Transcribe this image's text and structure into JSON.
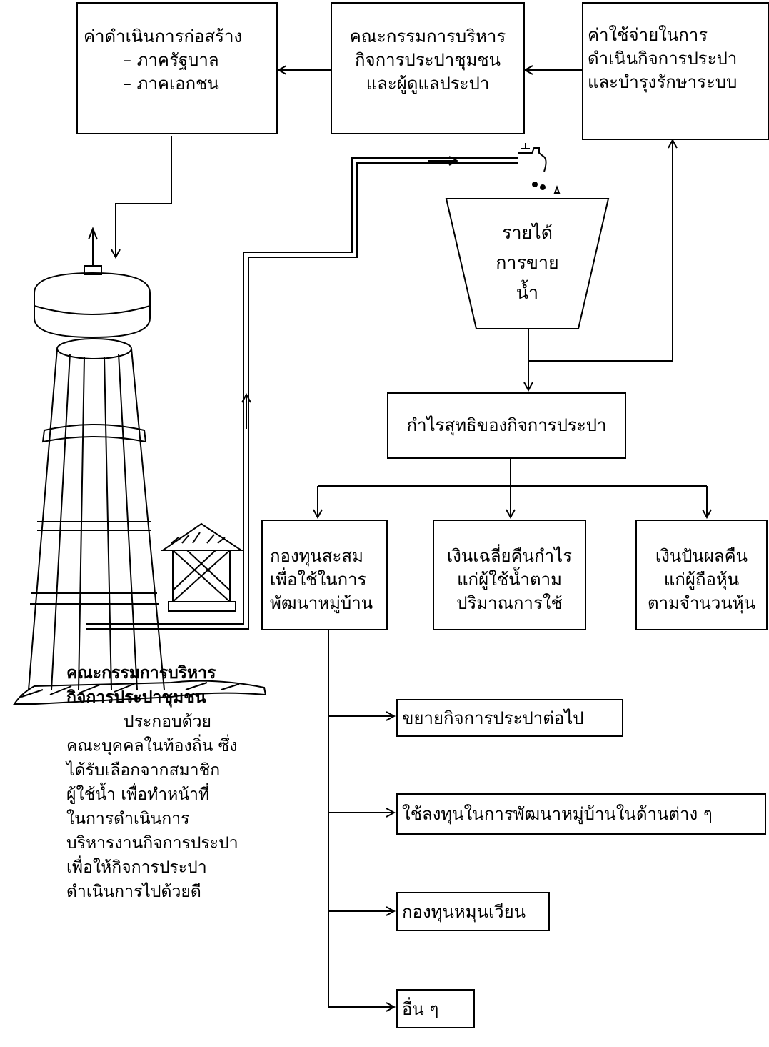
{
  "boxes": {
    "construction": {
      "lines": [
        "ค่าดำเนินการก่อสร้าง",
        "– ภาครัฐบาล",
        "– ภาคเอกชน"
      ]
    },
    "committee": {
      "lines": [
        "คณะกรรมการบริหาร",
        "กิจการประปาชุมชน",
        "และผู้ดูแลประปา"
      ]
    },
    "expenses": {
      "lines": [
        "ค่าใช้จ่ายในการ",
        "ดำเนินกิจการประปา",
        "และบำรุงรักษาระบบ"
      ]
    },
    "revenue": {
      "lines": [
        "รายได้",
        "การขาย",
        "น้ำ"
      ]
    },
    "net_profit": {
      "lines": [
        "กำไรสุทธิของกิจการประปา"
      ]
    },
    "village_fund": {
      "lines": [
        "กองทุนสะสม",
        "เพื่อใช้ในการ",
        "พัฒนาหมู่บ้าน"
      ]
    },
    "refund": {
      "lines": [
        "เงินเฉลี่ยคืนกำไร",
        "แก่ผู้ใช้น้ำตาม",
        "ปริมาณการใช้"
      ]
    },
    "dividend": {
      "lines": [
        "เงินปันผลคืน",
        "แก่ผู้ถือหุ้น",
        "ตามจำนวนหุ้น"
      ]
    },
    "expand": {
      "lines": [
        "ขยายกิจการประปาต่อไป"
      ]
    },
    "invest": {
      "lines": [
        "ใช้ลงทุนในการพัฒนาหมู่บ้านในด้านต่าง ๆ"
      ]
    },
    "revolving": {
      "lines": [
        "กองทุนหมุนเวียน"
      ]
    },
    "others": {
      "lines": [
        "อื่น ๆ"
      ]
    }
  },
  "note": {
    "lines": [
      "คณะกรรมการบริหาร",
      "กิจการประปาชุมชน",
      "ประกอบด้วย",
      "คณะบุคคลในท้องถิ่น ซึ่ง",
      "ได้รับเลือกจากสมาชิก",
      "ผู้ใช้น้ำ เพื่อทำหน้าที่",
      "ในการดำเนินการ",
      "บริหารงานกิจการประปา",
      "เพื่อให้กิจการประปา",
      "ดำเนินการไปด้วยดี"
    ]
  }
}
